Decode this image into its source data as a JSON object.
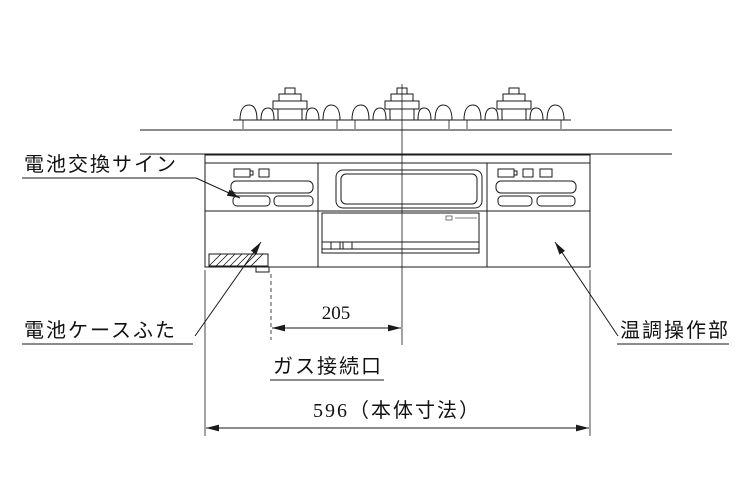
{
  "diagram": {
    "title_hint": "cooktop-front-view-dimension-drawing",
    "colors": {
      "line": "#1a1a1a",
      "background": "#ffffff"
    },
    "callouts": {
      "battery_replace_sign": "電池交換サイン",
      "battery_case_lid": "電池ケースふた",
      "temperature_control": "温調操作部",
      "gas_connection": "ガス接続口"
    },
    "dimensions": {
      "gas_offset": "205",
      "body_width": "596（本体寸法）"
    }
  }
}
